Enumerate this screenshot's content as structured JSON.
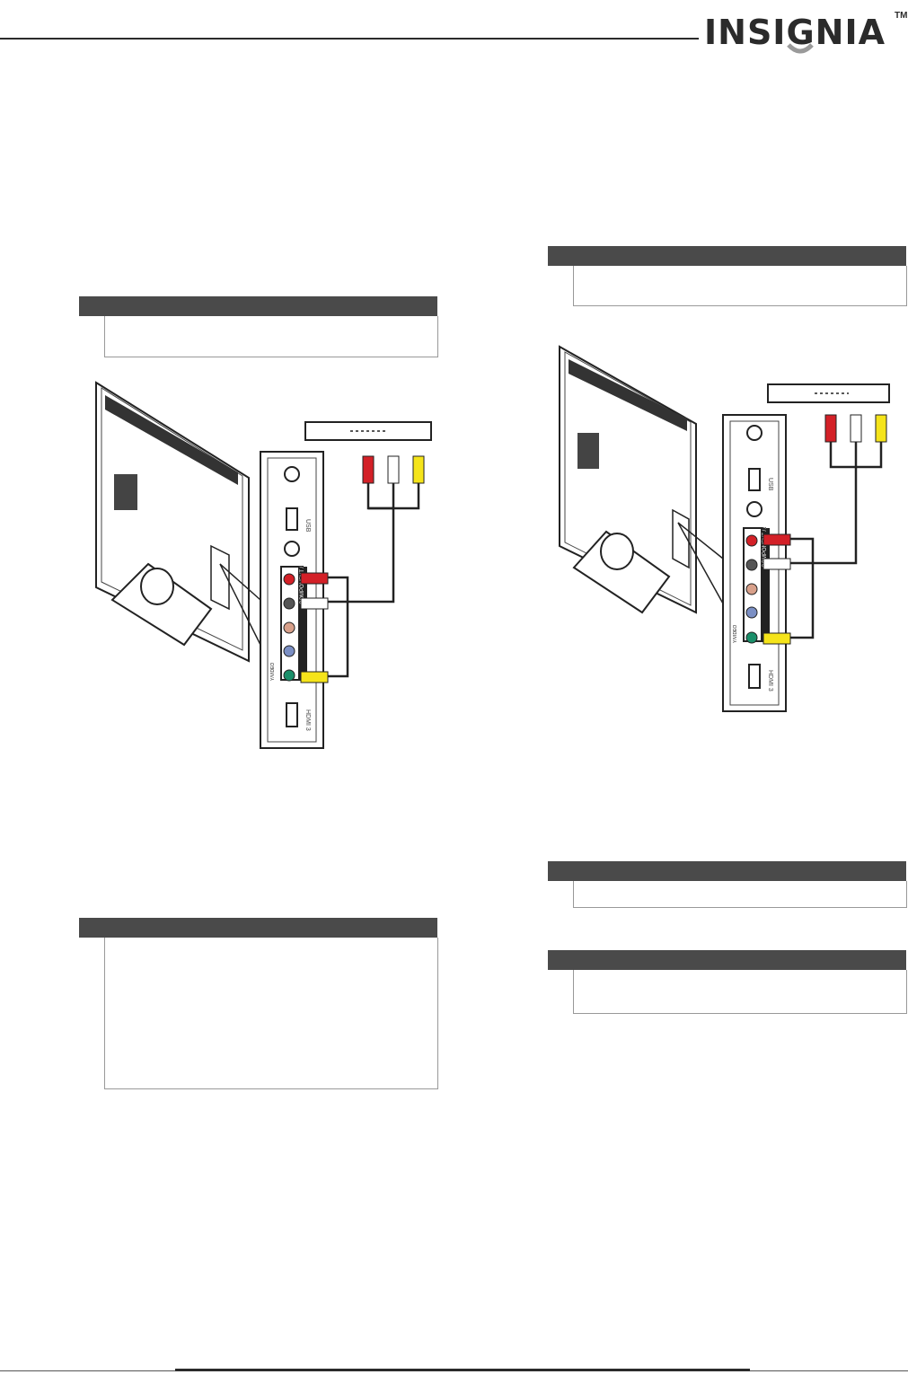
{
  "brand": {
    "logo_text": "INSIGNIA",
    "trademark": "TM"
  },
  "colors": {
    "header_rule": "#2b2b2b",
    "note_bar": "#4a4a4a",
    "red": "#d32027",
    "white": "#ffffff",
    "yellow": "#f5e41a"
  },
  "figure_left": {
    "panel_labels": {
      "usb": "USB",
      "hdmi3": "HDMI 3",
      "component": "COMPONENT / AV",
      "video": "Y/VIDEO"
    }
  },
  "figure_right": {
    "panel_labels": {
      "usb": "USB",
      "hdmi3": "HDMI 3",
      "component": "COMPONENT / AV",
      "video": "Y/VIDEO"
    }
  }
}
